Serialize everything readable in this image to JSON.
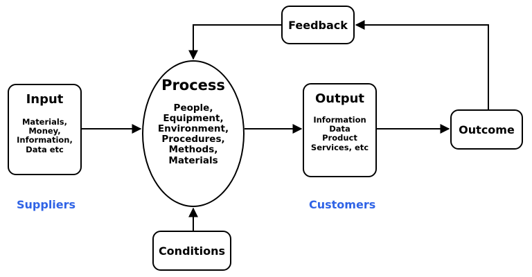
{
  "input": {
    "title": "Input",
    "lines": [
      "Materials,",
      "Money,",
      "Information,",
      "Data etc"
    ]
  },
  "process": {
    "title": "Process",
    "lines": [
      "People,",
      "Equipment,",
      "Environment,",
      "Procedures,",
      "Methods,",
      "Materials"
    ]
  },
  "output": {
    "title": "Output",
    "lines": [
      "Information",
      "Data",
      "Product",
      "Services, etc"
    ]
  },
  "outcome": {
    "title": "Outcome"
  },
  "feedback": {
    "title": "Feedback"
  },
  "conditions": {
    "title": "Conditions"
  },
  "labels": {
    "suppliers": "Suppliers",
    "customers": "Customers"
  },
  "colors": {
    "stroke": "#000000",
    "label_blue": "#2f63e6"
  }
}
